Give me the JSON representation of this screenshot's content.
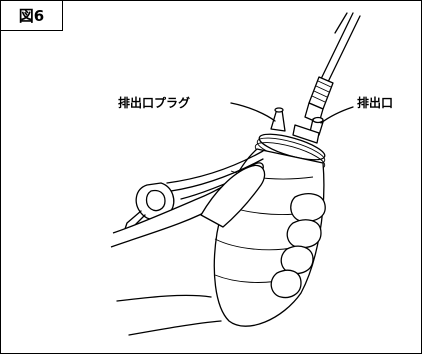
{
  "figure": {
    "tag": "図6",
    "callouts": {
      "drain_plug": "排出口プラグ",
      "drain_port": "排出口"
    }
  }
}
